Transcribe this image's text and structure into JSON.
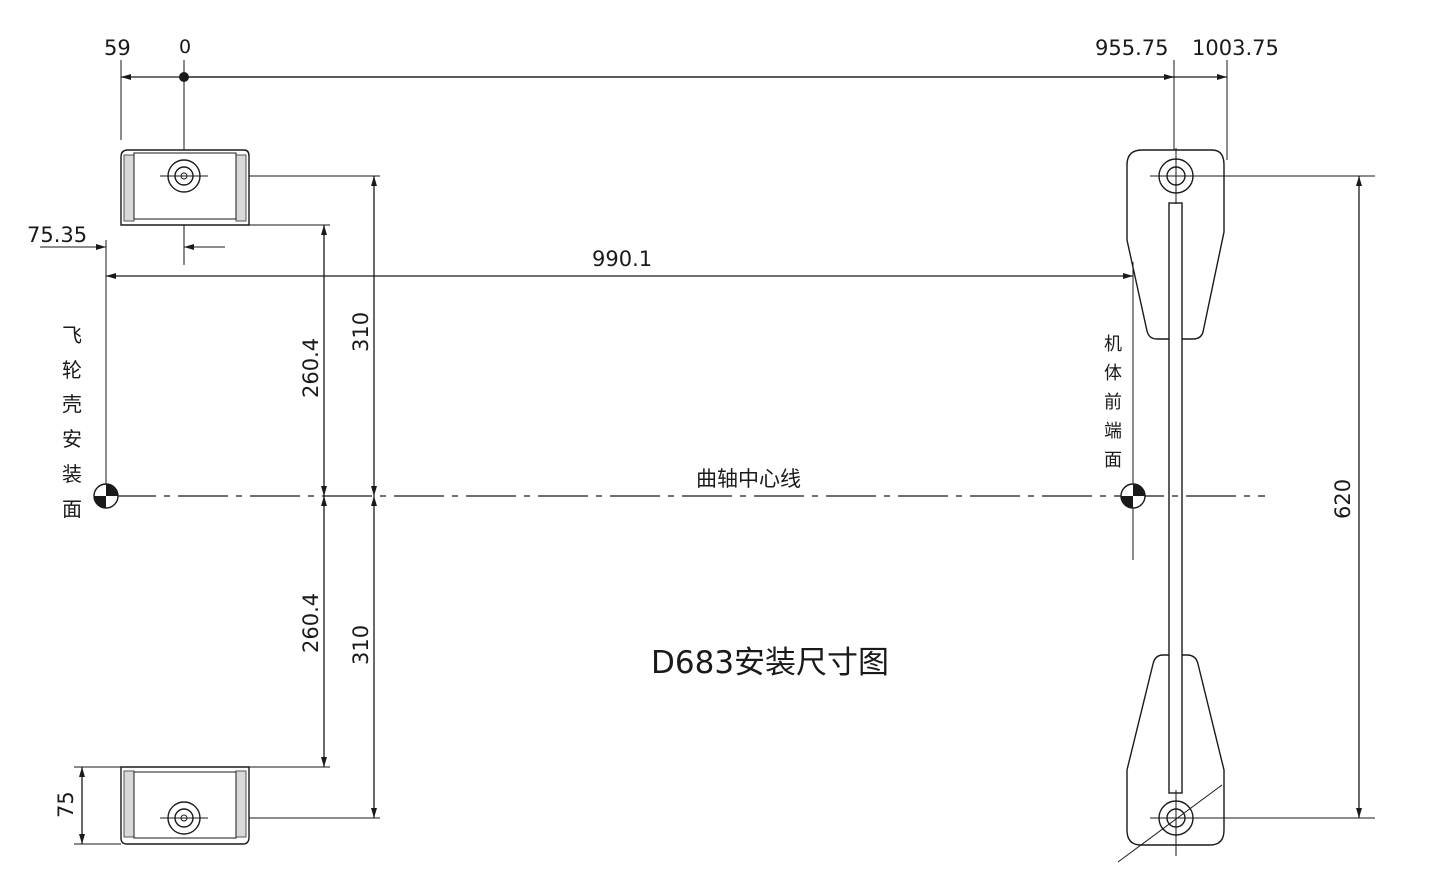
{
  "title": "D683安装尺寸图",
  "centerline_label": "曲轴中心线",
  "flywheel_face_label": [
    "飞",
    "轮",
    "壳",
    "安",
    "装",
    "面"
  ],
  "engine_front_label": [
    "机",
    "体",
    "前",
    "端",
    "面"
  ],
  "dimensions": {
    "top_59": "59",
    "top_0": "0",
    "top_955_75": "955.75",
    "top_1003_75": "1003.75",
    "offset_75_35": "75.35",
    "length_990_1": "990.1",
    "upper_260_4": "260.4",
    "upper_310": "310",
    "lower_260_4": "260.4",
    "lower_310": "310",
    "foot_75": "75",
    "span_620": "620"
  },
  "colors": {
    "line": "#1a1a1a",
    "pad": "#d9d9d9"
  }
}
